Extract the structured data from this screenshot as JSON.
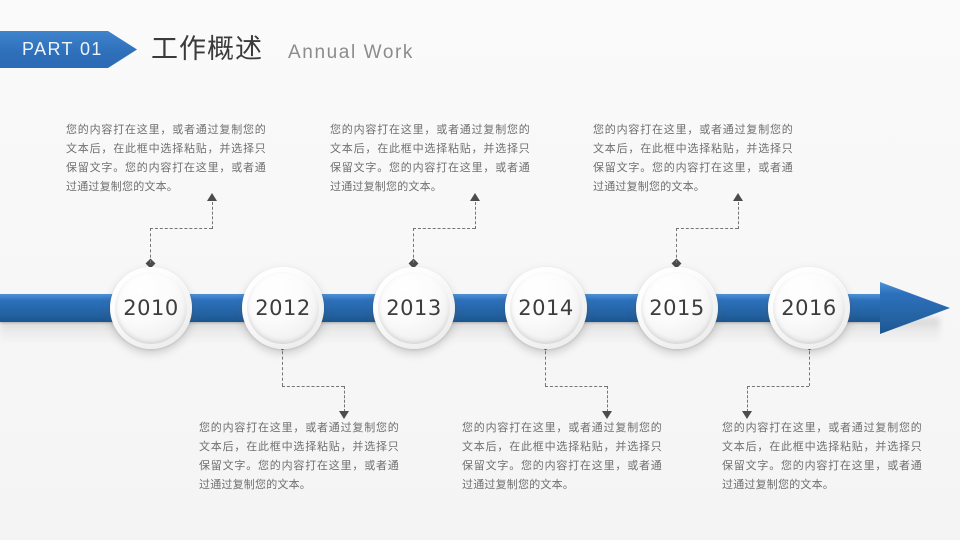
{
  "header": {
    "part_label": "PART 01",
    "title_cn": "工作概述",
    "title_en": "Annual Work",
    "accent_color": "#2d71bd",
    "title_color": "#3b3b3b",
    "subtitle_color": "#8c8c8c"
  },
  "timeline": {
    "nodes": [
      {
        "year": "2010",
        "position": "top"
      },
      {
        "year": "2012",
        "position": "bottom"
      },
      {
        "year": "2013",
        "position": "top"
      },
      {
        "year": "2014",
        "position": "bottom"
      },
      {
        "year": "2015",
        "position": "top"
      },
      {
        "year": "2016",
        "position": "bottom"
      }
    ],
    "bar_color": "#2d71bd"
  },
  "content": {
    "blocks": [
      {
        "text": "您的内容打在这里，或者通过复制您的文本后，在此框中选择粘贴，并选择只保留文字。您的内容打在这里，或者通过通过复制您的文本。"
      },
      {
        "text": "您的内容打在这里，或者通过复制您的文本后，在此框中选择粘贴，并选择只保留文字。您的内容打在这里，或者通过通过复制您的文本。"
      },
      {
        "text": "您的内容打在这里，或者通过复制您的文本后，在此框中选择粘贴，并选择只保留文字。您的内容打在这里，或者通过通过复制您的文本。"
      },
      {
        "text": "您的内容打在这里，或者通过复制您的文本后，在此框中选择粘贴，并选择只保留文字。您的内容打在这里，或者通过通过复制您的文本。"
      },
      {
        "text": "您的内容打在这里，或者通过复制您的文本后，在此框中选择粘贴，并选择只保留文字。您的内容打在这里，或者通过通过复制您的文本。"
      },
      {
        "text": "您的内容打在这里，或者通过复制您的文本后，在此框中选择粘贴，并选择只保留文字。您的内容打在这里，或者通过通过复制您的文本。"
      }
    ]
  }
}
